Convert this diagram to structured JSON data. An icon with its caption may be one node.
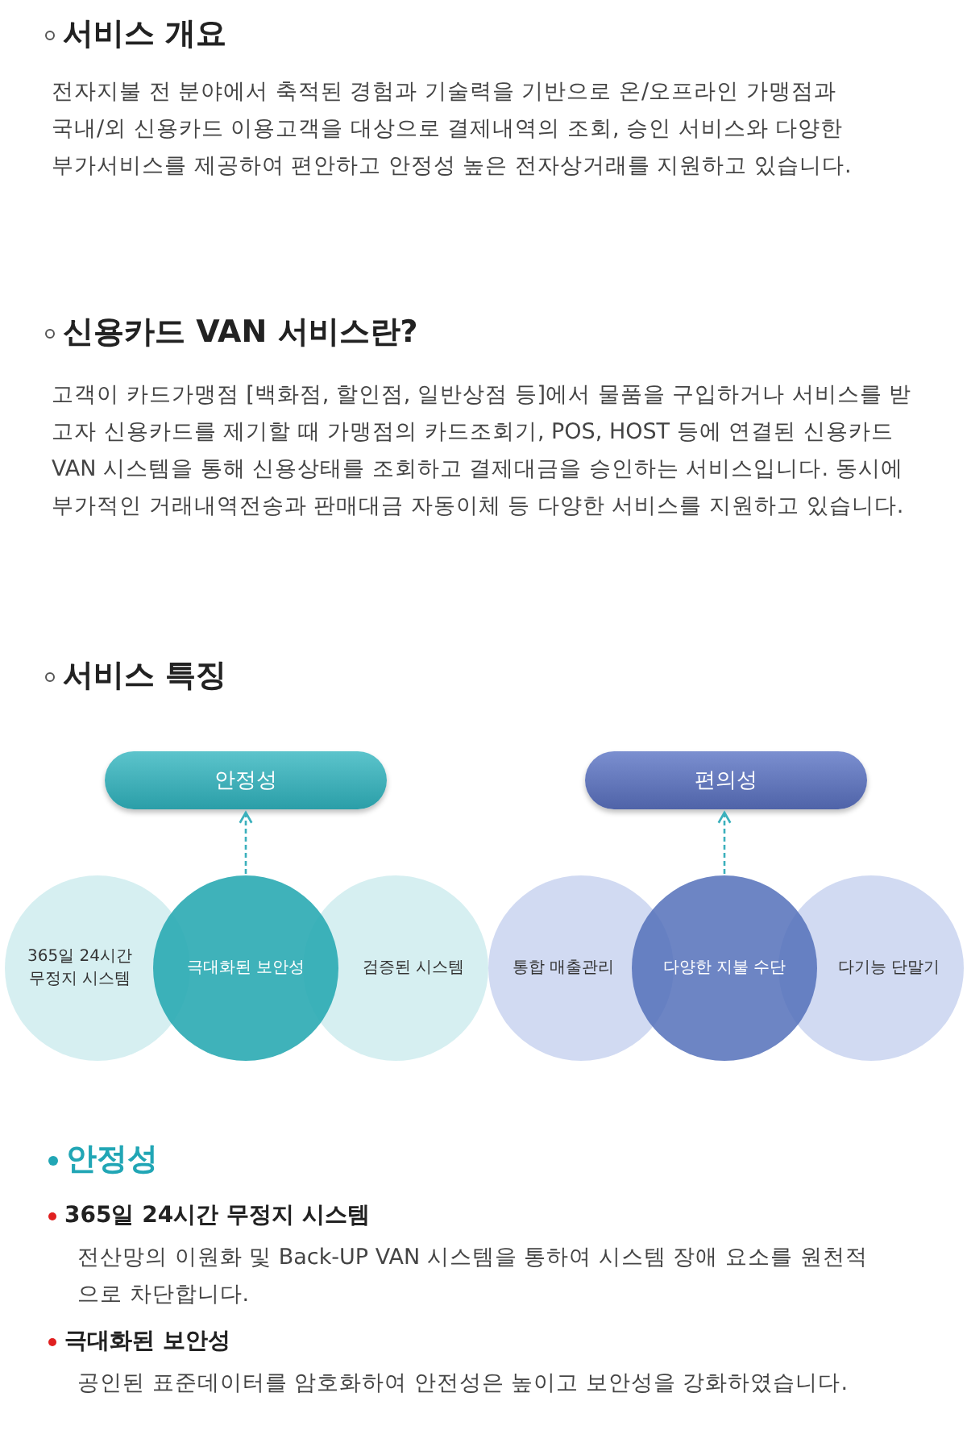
{
  "diagram": {
    "nodes": [
      {
        "text": [
          "안정성"
        ]
      },
      {
        "text": [
          "365일 24시간 무정지 시스템"
        ]
      },
      {
        "text": [
          "극대화된 보안성"
        ]
      },
      {
        "text": [
          "검증된 시스템"
        ]
      },
      {
        "text": [
          "편의성"
        ]
      },
      {
        "text": [
          "통합 매출관리"
        ]
      },
      {
        "text": [
          "다양한 지불 수단"
        ]
      },
      {
        "text": [
          "다기능 단말기"
        ]
      }
    ],
    "edges": [
      {
        "from": 2,
        "to": 0,
        "arrow": "to",
        "style": "dashed"
      },
      {
        "from": 6,
        "to": 4,
        "arrow": "to",
        "style": "dashed"
      }
    ],
    "labels": [
      "서비스 개요",
      "전자지불 전 분야에서 축적된 경험과 기술력을 기반으로 온/오프라인 가맹점과 국내/외 신용카드 이용고객을 대상으로 결제내역의 조회, 승인 서비스와 다양한 부가서비스를 제공하여 편안하고 안정성 높은 전자상거래를 지원하고 있습니다.",
      "신용카드 VAN 서비스란?",
      "고객이 카드가맹점 [백화점, 할인점, 일반상점 등]에서 물품을 구입하거나 서비스를 받고자 신용카드를 제기할 때 가맹점의 카드조회기, POS, HOST 등에 연결된 신용카드 VAN 시스템을 통해 신용상태를 조회하고 결제대금을 승인하는 서비스입니다. 동시에 부가적인 거래내역전송과 판매대금 자동이체 등 다양한 서비스를 지원하고 있습니다.",
      "서비스 특징",
      "안정성",
      "365일 24시간 무정지 시스템",
      "전산망의 이원화 및 Back-UP VAN 시스템을 통하여 시스템 장애 요소를 원천적으로 차단합니다.",
      "극대화된 보안성",
      "공인된 표준데이터를 암호화하여 안전성은 높이고 보안성을 강화하였습니다."
    ]
  }
}
